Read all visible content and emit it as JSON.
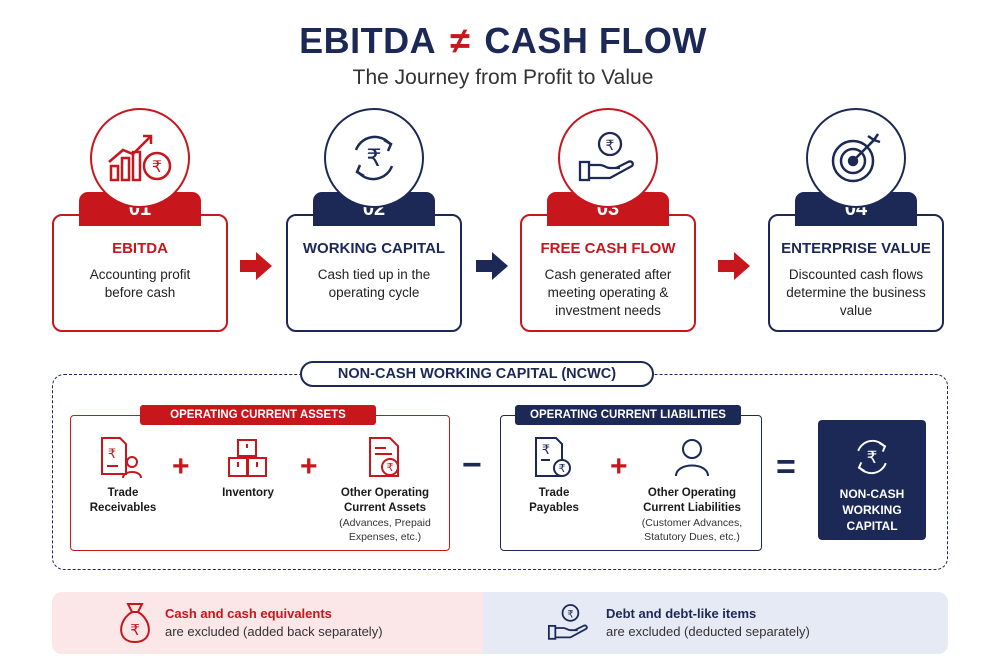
{
  "header": {
    "title_left": "EBITDA",
    "title_symbol": "≠",
    "title_right": "CASH FLOW",
    "subtitle": "The Journey from Profit to Value"
  },
  "steps": [
    {
      "number": "01",
      "heading": "EBITDA",
      "description": "Accounting profit before cash",
      "icon": "growth-chart-rupee-icon",
      "accent": "#c8161d"
    },
    {
      "number": "02",
      "heading": "WORKING CAPITAL",
      "description": "Cash tied up in the operating cycle",
      "icon": "rupee-cycle-icon",
      "accent": "#1c2957"
    },
    {
      "number": "03",
      "heading": "FREE CASH FLOW",
      "description": "Cash generated after meeting operating & investment needs",
      "icon": "hand-rupee-coin-icon",
      "accent": "#c8161d"
    },
    {
      "number": "04",
      "heading": "ENTERPRISE VALUE",
      "description": "Discounted cash flows determine the business value",
      "icon": "target-arrow-icon",
      "accent": "#1c2957"
    }
  ],
  "ncwc": {
    "title": "NON-CASH WORKING CAPITAL (NCWC)",
    "assets": {
      "label": "OPERATING CURRENT ASSETS",
      "items": [
        {
          "label": "Trade Receivables",
          "sub": "",
          "icon": "invoice-person-icon"
        },
        {
          "label": "Inventory",
          "sub": "",
          "icon": "boxes-icon"
        },
        {
          "label": "Other Operating Current Assets",
          "sub": "(Advances, Prepaid Expenses, etc.)",
          "icon": "document-rupee-icon"
        }
      ]
    },
    "liabilities": {
      "label": "OPERATING CURRENT LIABILITIES",
      "items": [
        {
          "label": "Trade Payables",
          "sub": "",
          "icon": "bill-rupee-icon"
        },
        {
          "label": "Other Operating Current Liabilities",
          "sub": "(Customer Advances, Statutory Dues, etc.)",
          "icon": "person-icon"
        }
      ]
    },
    "operators": {
      "plus": "+",
      "minus": "−",
      "equals": "="
    },
    "result": {
      "label": "NON-CASH WORKING CAPITAL",
      "icon": "rupee-cycle-icon"
    }
  },
  "footer": {
    "left": {
      "title": "Cash and cash equivalents",
      "sub": "are excluded (added back separately)",
      "icon": "money-bag-rupee-icon"
    },
    "right": {
      "title": "Debt and debt-like items",
      "sub": "are excluded (deducted separately)",
      "icon": "hand-rupee-coin-icon"
    }
  },
  "colors": {
    "red": "#c8161d",
    "navy": "#1c2957"
  }
}
